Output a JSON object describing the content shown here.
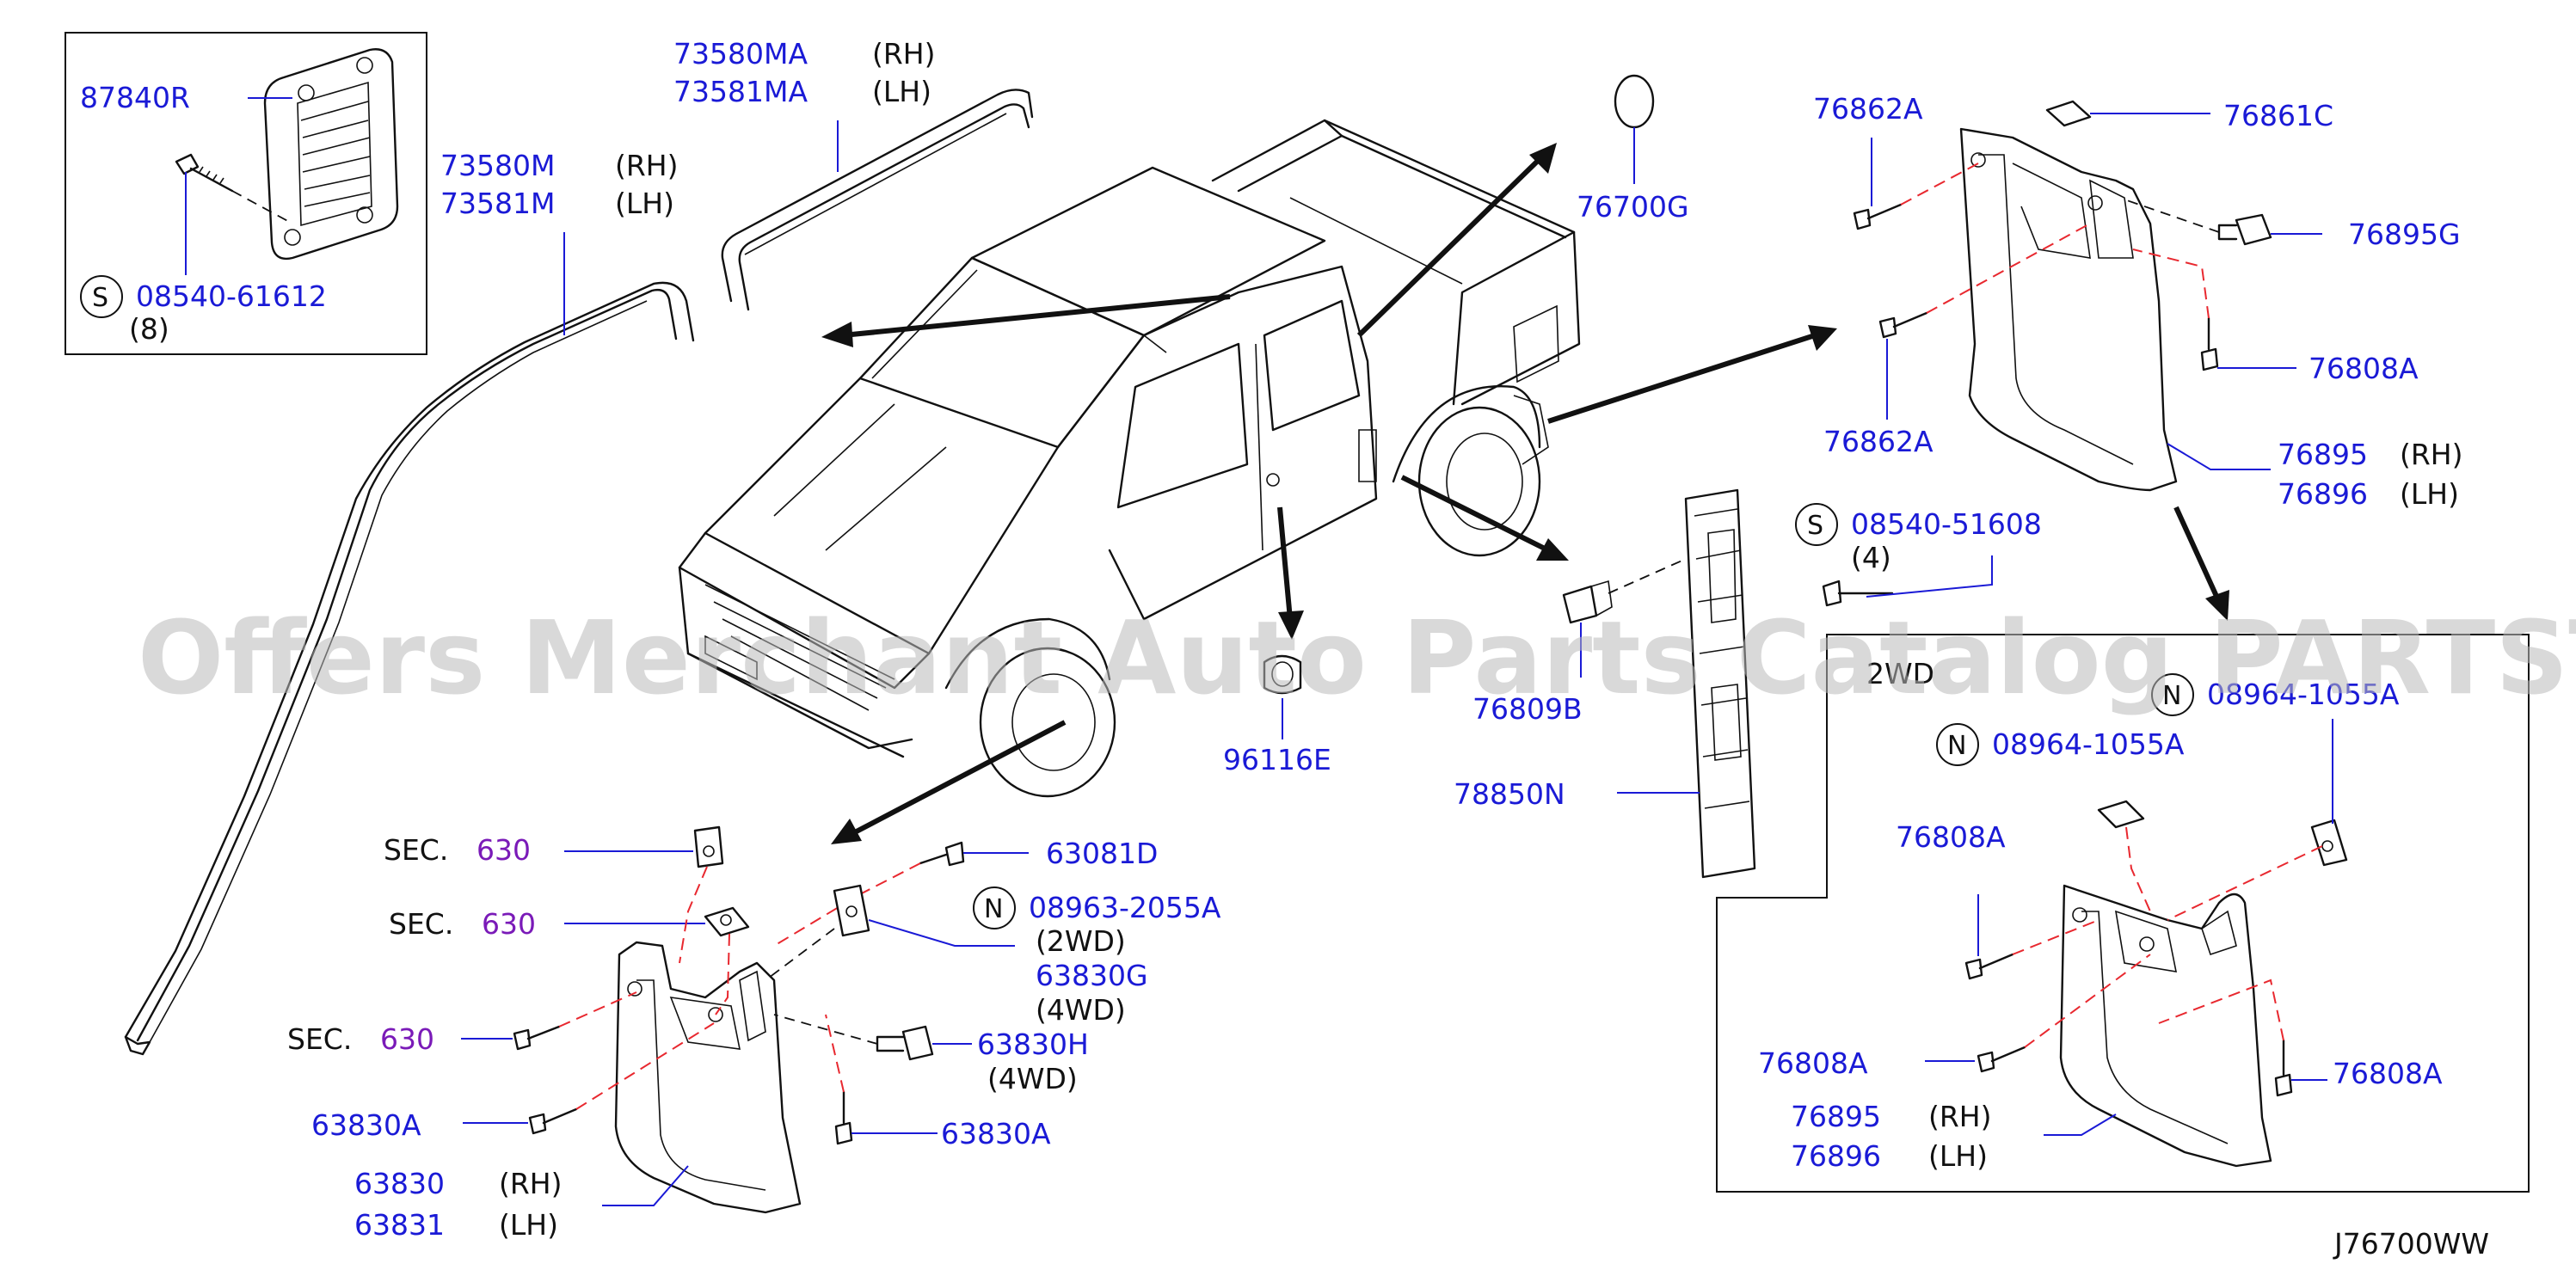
{
  "diagram_code": "J76700WW",
  "watermark": "Offers Merchant Auto Parts Catalog PARTSTORE.SA",
  "inset_label": "2WD",
  "labels": {
    "p87840R": "87840R",
    "s1_prefix": "S",
    "p08540_61612": "08540-61612",
    "qty8": "(8)",
    "p73580MA": "73580MA",
    "p73581MA": "73581MA",
    "rh1": "(RH)",
    "lh1": "(LH)",
    "p73580M": "73580M",
    "p73581M": "73581M",
    "rh2": "(RH)",
    "lh2": "(LH)",
    "p76700G": "76700G",
    "p76862A_top": "76862A",
    "p76861C": "76861C",
    "p76895G": "76895G",
    "p76808A_r": "76808A",
    "p76862A_bot": "76862A",
    "p76895_r": "76895",
    "rh3": "(RH)",
    "p76896_r": "76896",
    "lh3": "(LH)",
    "s2_prefix": "S",
    "p08540_51608": "08540-51608",
    "qty4": "(4)",
    "p76809B": "76809B",
    "p78850N": "78850N",
    "p96116E": "96116E",
    "sec_word1": "SEC.",
    "sec_num1": "630",
    "sec_word2": "SEC.",
    "sec_num2": "630",
    "sec_word3": "SEC.",
    "sec_num3": "630",
    "p63081D": "63081D",
    "n1_prefix": "N",
    "p08963_2055A": "08963-2055A",
    "wd2": "(2WD)",
    "p63830G": "63830G",
    "wd4a": "(4WD)",
    "p63830H": "63830H",
    "wd4b": "(4WD)",
    "p63830A_l": "63830A",
    "p63830A_r": "63830A",
    "p63830": "63830",
    "rh4": "(RH)",
    "p63831": "63831",
    "lh4": "(LH)",
    "n2_prefix": "N",
    "p08964_1055A_a": "08964-1055A",
    "n3_prefix": "N",
    "p08964_1055A_b": "08964-1055A",
    "p76808A_i1": "76808A",
    "p76808A_i2": "76808A",
    "p76808A_i3": "76808A",
    "p76895_i": "76895",
    "rh5": "(RH)",
    "p76896_i": "76896",
    "lh5": "(LH)"
  }
}
